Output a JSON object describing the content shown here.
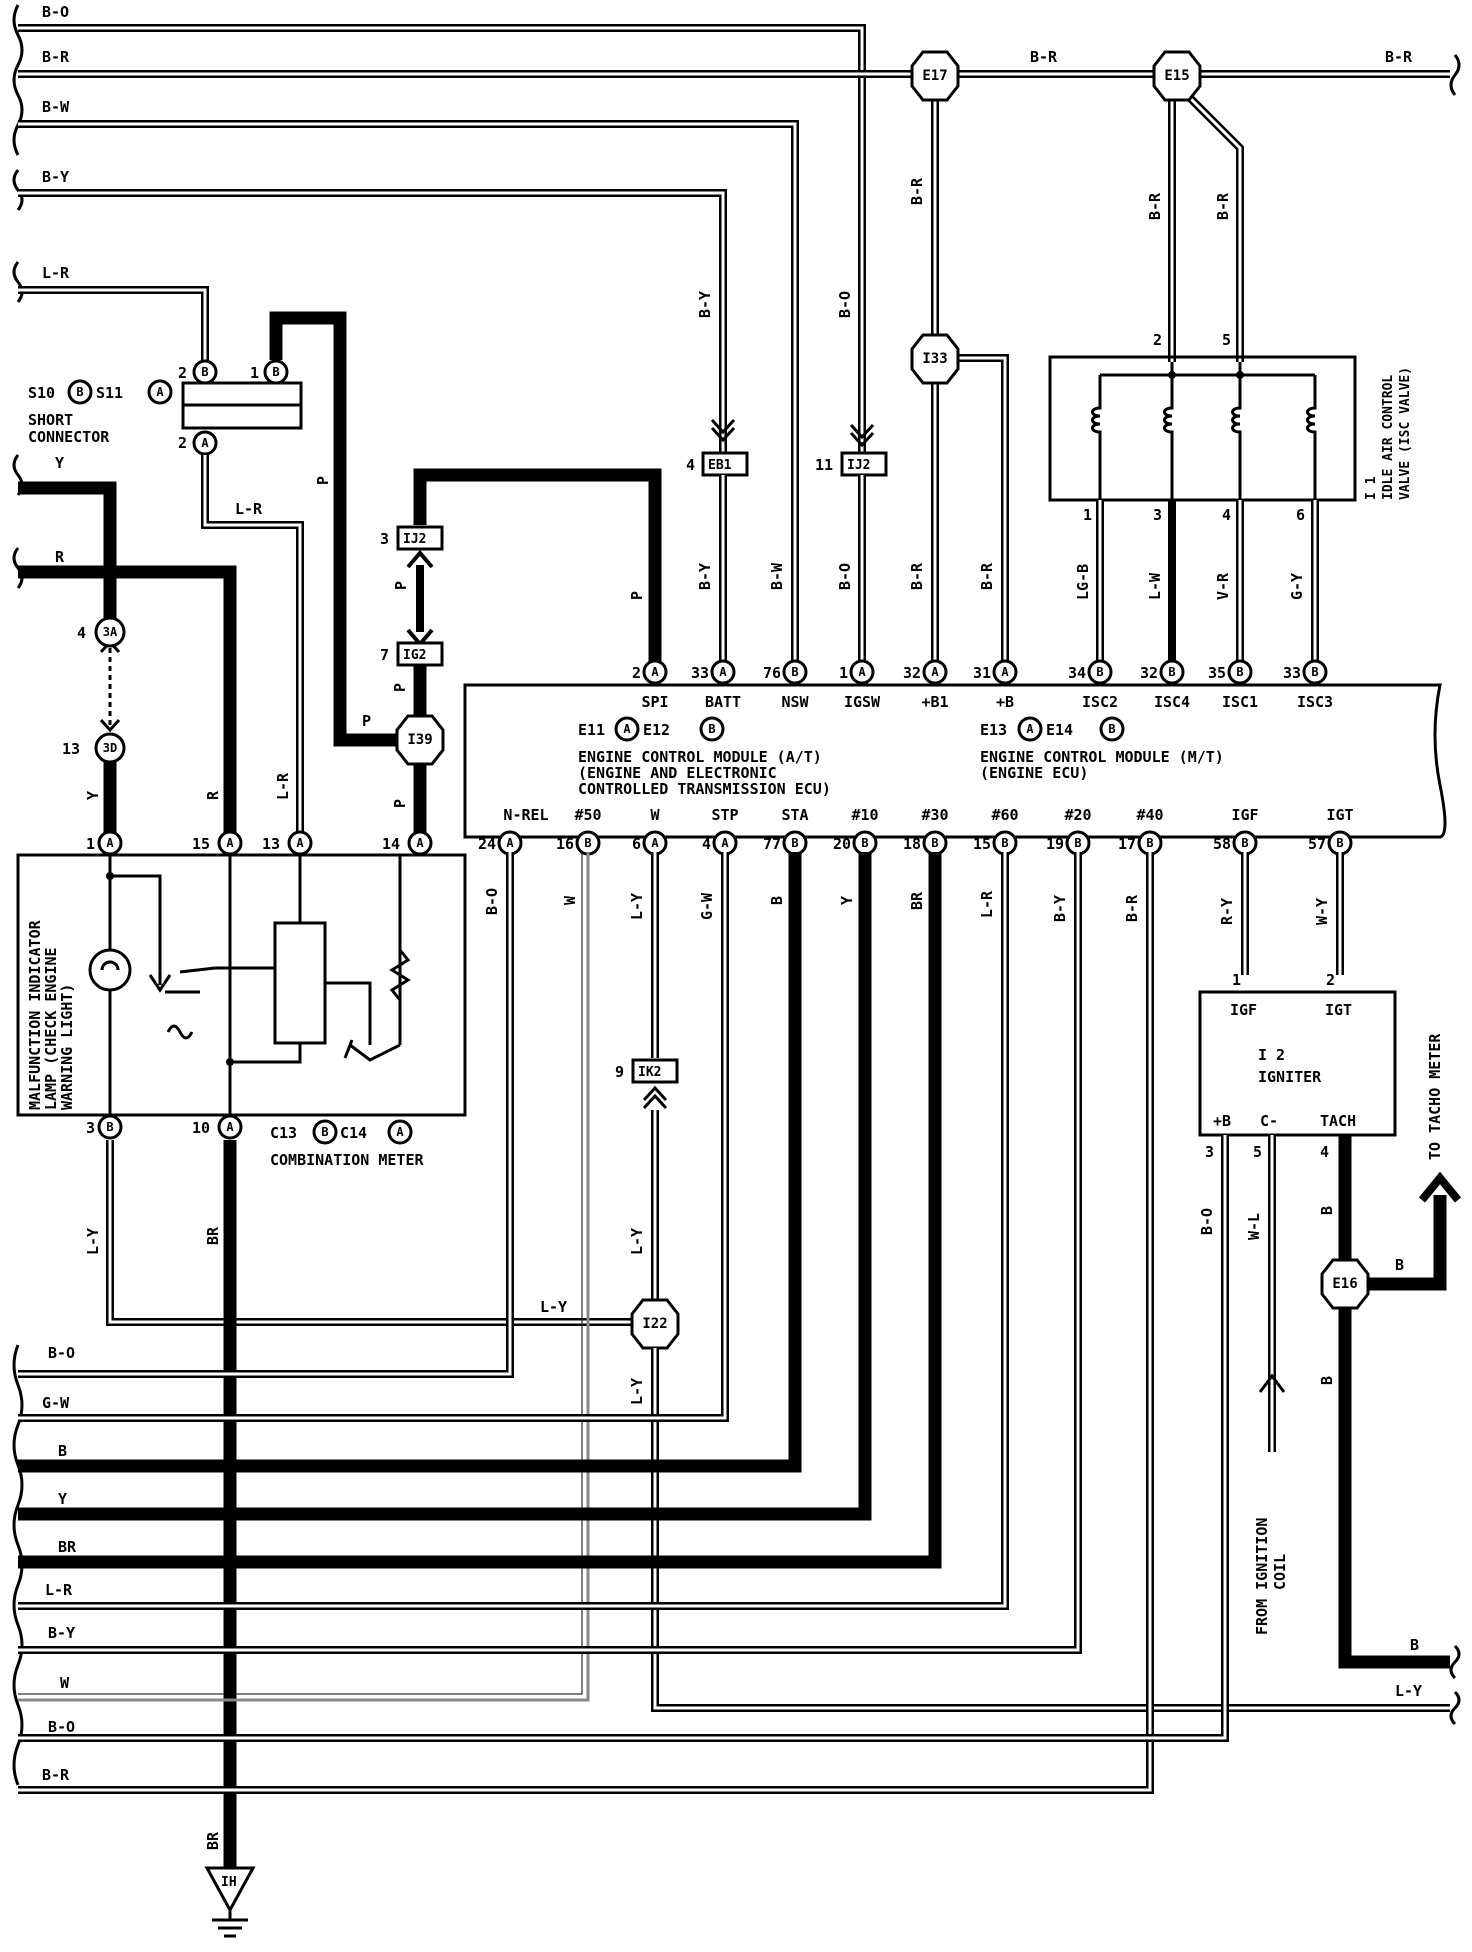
{
  "left_wires": {
    "top": [
      "B-O",
      "B-R",
      "B-W",
      "B-Y",
      "L-R",
      "Y",
      "R"
    ],
    "bottom": [
      "B-O",
      "G-W",
      "B",
      "Y",
      "BR",
      "L-R",
      "B-Y",
      "W",
      "B-O",
      "B-R"
    ]
  },
  "right_wires": {
    "b_r": "B-R",
    "b": "B",
    "l_y": "L-Y"
  },
  "splices": {
    "e17": "E17",
    "e15": "E15",
    "i33": "I33",
    "i39": "I39",
    "i22": "I22",
    "e16": "E16"
  },
  "connectors": {
    "eb1": "EB1",
    "ij2a": "IJ2",
    "ij2b": "IJ2",
    "ig2": "IG2",
    "ik2": "IK2",
    "c3a": "3A",
    "c3d": "3D"
  },
  "short_connector": {
    "name": "S10",
    "name2": "S11",
    "sub": "SHORT",
    "sub2": "CONNECTOR",
    "pin2b": "2",
    "pin1b": "1",
    "pin2a": "2",
    "b": "B",
    "a": "A"
  },
  "ecm": {
    "title1": "E11",
    "title2": "E12",
    "title_at": "ENGINE CONTROL MODULE (A/T)",
    "sub_at1": "(ENGINE AND ELECTRONIC",
    "sub_at2": " CONTROLLED TRANSMISSION ECU)",
    "title3": "E13",
    "title4": "E14",
    "title_mt": "ENGINE CONTROL MODULE (M/T)",
    "sub_mt": "(ENGINE ECU)",
    "top_pins": [
      {
        "num": "2",
        "conn": "A",
        "name": "SPI"
      },
      {
        "num": "33",
        "conn": "A",
        "name": "BATT"
      },
      {
        "num": "76",
        "conn": "B",
        "name": "NSW"
      },
      {
        "num": "1",
        "conn": "A",
        "name": "IGSW"
      },
      {
        "num": "32",
        "conn": "A",
        "name": "+B1"
      },
      {
        "num": "31",
        "conn": "A",
        "name": "+B"
      },
      {
        "num": "34",
        "conn": "B",
        "name": "ISC2"
      },
      {
        "num": "32",
        "conn": "B",
        "name": "ISC4"
      },
      {
        "num": "35",
        "conn": "B",
        "name": "ISC1"
      },
      {
        "num": "33",
        "conn": "B",
        "name": "ISC3"
      }
    ],
    "bottom_pins": [
      {
        "num": "24",
        "conn": "A",
        "name": "N-REL"
      },
      {
        "num": "16",
        "conn": "B",
        "name": "#50"
      },
      {
        "num": "6",
        "conn": "A",
        "name": "W"
      },
      {
        "num": "4",
        "conn": "A",
        "name": "STP"
      },
      {
        "num": "77",
        "conn": "B",
        "name": "STA"
      },
      {
        "num": "20",
        "conn": "B",
        "name": "#10"
      },
      {
        "num": "18",
        "conn": "B",
        "name": "#30"
      },
      {
        "num": "15",
        "conn": "B",
        "name": "#60"
      },
      {
        "num": "19",
        "conn": "B",
        "name": "#20"
      },
      {
        "num": "17",
        "conn": "B",
        "name": "#40"
      },
      {
        "num": "58",
        "conn": "B",
        "name": "IGF"
      },
      {
        "num": "57",
        "conn": "B",
        "name": "IGT"
      }
    ]
  },
  "isc_valve": {
    "line1": "I 1",
    "line2": "IDLE AIR CONTROL",
    "line3": "VALVE (ISC VALVE)",
    "pins_top": [
      "2",
      "5"
    ],
    "pins_bottom": [
      "1",
      "3",
      "4",
      "6"
    ]
  },
  "igniter": {
    "name": "I 2",
    "label": "IGNITER",
    "igf": "IGF",
    "igt": "IGT",
    "pb": "+B",
    "cm": "C-",
    "tach": "TACH",
    "p1": "1",
    "p2": "2",
    "p3": "3",
    "p5": "5",
    "p4": "4"
  },
  "meter": {
    "label1": "MALFUNCTION INDICATOR",
    "label2": "LAMP (CHECK ENGINE",
    "label3": "WARNING LIGHT)",
    "c13": "C13",
    "c14": "C14",
    "combo": "COMBINATION METER",
    "pins": [
      {
        "num": "1",
        "conn": "A"
      },
      {
        "num": "15",
        "conn": "A"
      },
      {
        "num": "13",
        "conn": "A"
      },
      {
        "num": "14",
        "conn": "A"
      },
      {
        "num": "3",
        "conn": "B"
      },
      {
        "num": "10",
        "conn": "A"
      }
    ]
  },
  "wire_labels": {
    "br": "B-R",
    "bo": "B-O",
    "by": "B-Y",
    "bw": "B-W",
    "p": "P",
    "lr": "L-R",
    "ly": "L-Y",
    "lgb": "LG-B",
    "lw": "L-W",
    "vr": "V-R",
    "gy": "G-Y",
    "b": "B",
    "y": "Y",
    "br2": "BR",
    "w": "W",
    "gw": "G-W",
    "ry": "R-Y",
    "wy": "W-Y",
    "wl": "W-L",
    "r": "R"
  },
  "misc": {
    "to_tacho": "TO TACHO METER",
    "from_ign1": "FROM IGNITION",
    "from_ign2": "COIL",
    "ground": "IH"
  }
}
